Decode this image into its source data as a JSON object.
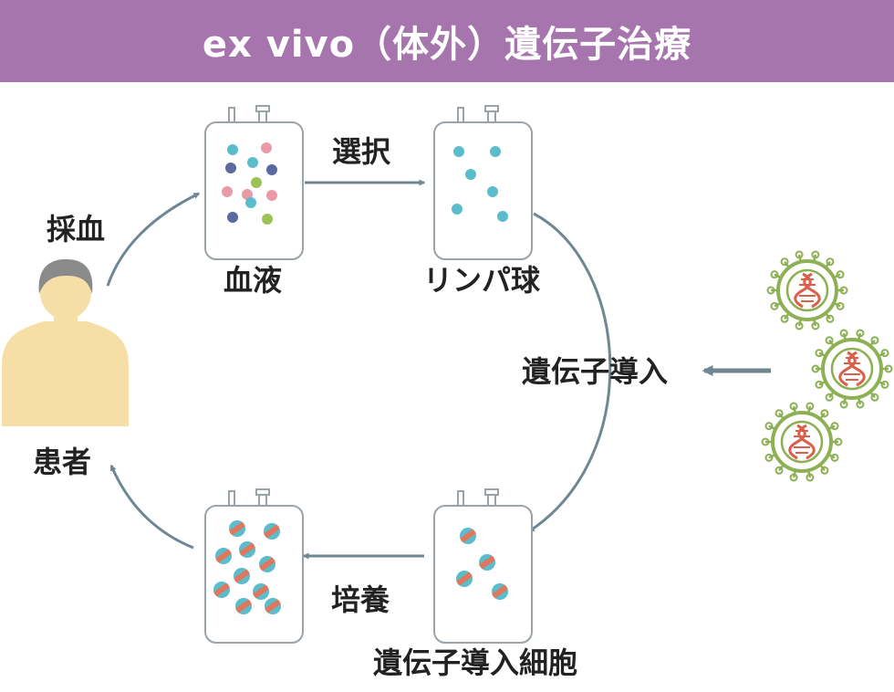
{
  "title": "ex vivo（体外）遺伝子治療",
  "labels": {
    "collect": "採血",
    "patient": "患者",
    "blood": "血液",
    "select": "選択",
    "lymphocytes": "リンパ球",
    "transduction": "遺伝子導入",
    "transduced_cells": "遺伝子導入細胞",
    "culture": "培養"
  },
  "colors": {
    "header": "#a775ad",
    "arrow": "#6f8793",
    "teal": "#5bbccb",
    "pink": "#e89aa6",
    "navy": "#5a6aa0",
    "green": "#9cc154",
    "skin": "#f5dfa6",
    "hair": "#8a8a8a",
    "virus": "#8db055",
    "dna": "#d9604a"
  }
}
